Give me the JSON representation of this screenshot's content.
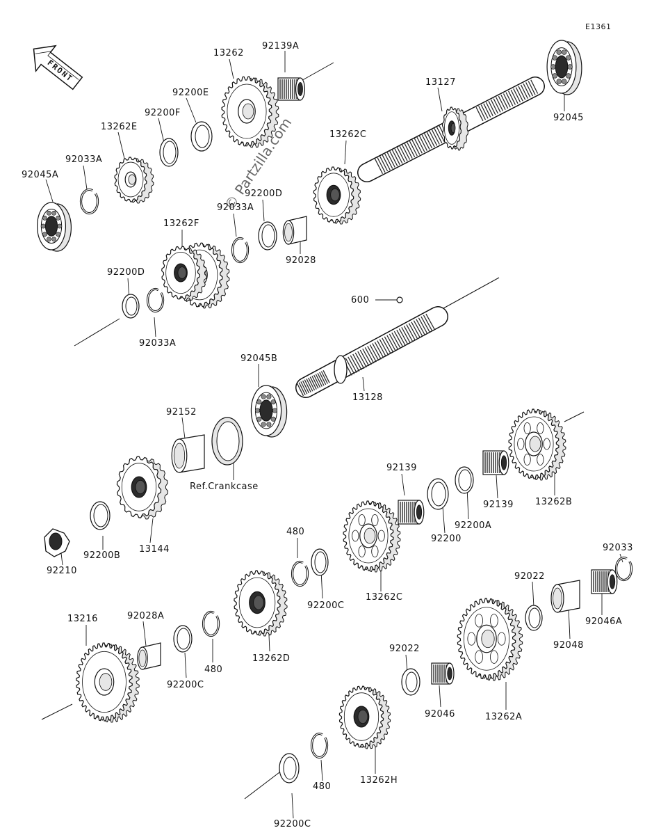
{
  "diagram": {
    "code": "E1361",
    "front_label": "FRONT",
    "watermark": "© Partzilla.com",
    "colors": {
      "line": "#111111",
      "dark": "#2b2b2b",
      "mid": "#8a8a8a",
      "light": "#e6e6e6"
    },
    "labels": {
      "p13262": "13262",
      "p92139A": "92139A",
      "p92200E": "92200E",
      "p92200F": "92200F",
      "p13262E": "13262E",
      "p92033A_a": "92033A",
      "p92045A": "92045A",
      "p13127": "13127",
      "p92045": "92045",
      "p13262C_top": "13262C",
      "p92200D_a": "92200D",
      "p92033A_b": "92033A",
      "p13262F": "13262F",
      "p92028": "92028",
      "p92200D_b": "92200D",
      "p92033A_c": "92033A",
      "p600": "600",
      "p92045B": "92045B",
      "p13128": "13128",
      "p92152": "92152",
      "ref_crankcase": "Ref.Crankcase",
      "p92139_a": "92139",
      "p92139_b": "92139",
      "p13262B": "13262B",
      "p92200A": "92200A",
      "p92200": "92200",
      "p13144": "13144",
      "p92200B": "92200B",
      "p92210": "92210",
      "p480_a": "480",
      "p92200C_a": "92200C",
      "p13262C": "13262C",
      "p92033": "92033",
      "p92022_a": "92022",
      "p92048": "92048",
      "p92046A": "92046A",
      "p13216": "13216",
      "p92028A": "92028A",
      "p92200C_b": "92200C",
      "p480_b": "480",
      "p13262D": "13262D",
      "p92022_b": "92022",
      "p92046": "92046",
      "p13262A": "13262A",
      "p13262H": "13262H",
      "p480_c": "480",
      "p92200C_c": "92200C"
    }
  }
}
